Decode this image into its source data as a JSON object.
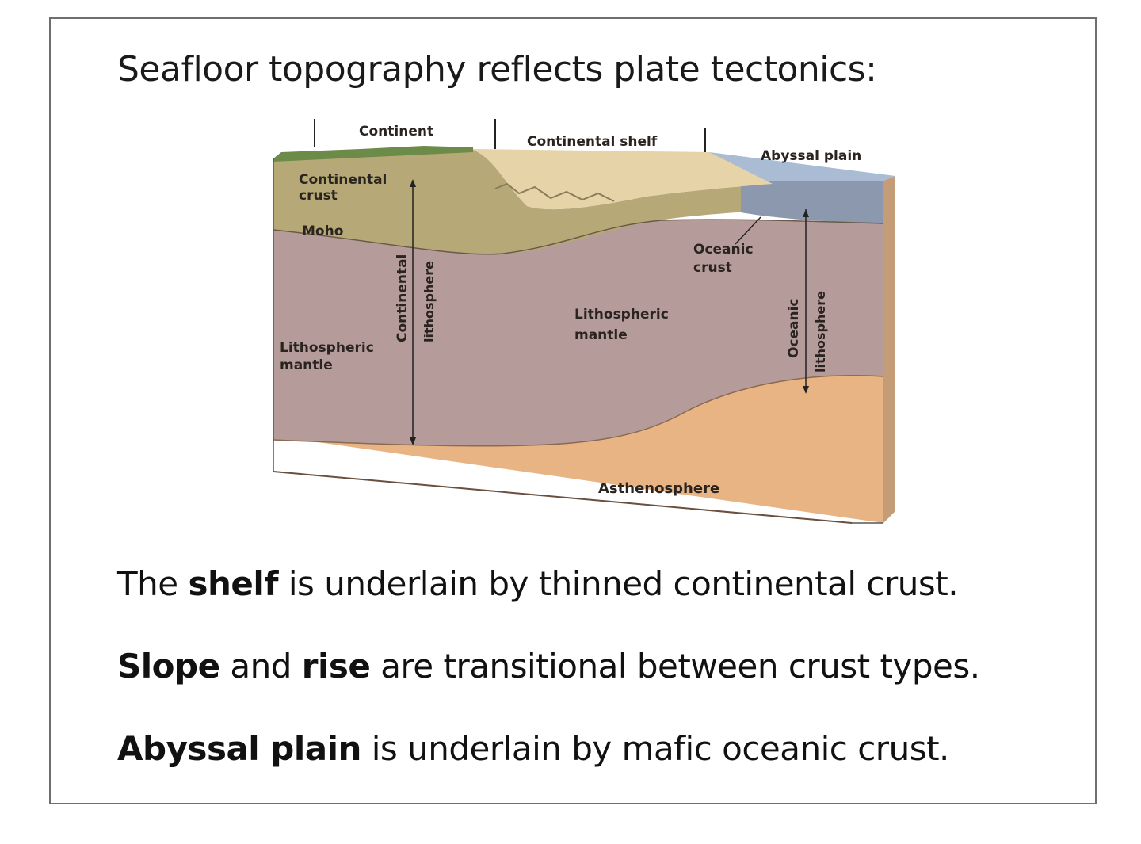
{
  "slide": {
    "title": "Seafloor topography reflects plate tectonics:"
  },
  "diagram": {
    "labels": {
      "continent": "Continent",
      "continental_shelf": "Continental shelf",
      "abyssal_plain": "Abyssal plain",
      "continental_crust_1": "Continental",
      "continental_crust_2": "crust",
      "moho": "Moho",
      "oceanic_crust_1": "Oceanic",
      "oceanic_crust_2": "crust",
      "lith_mantle_left_1": "Lithospheric",
      "lith_mantle_left_2": "mantle",
      "lith_mantle_mid_1": "Lithospheric",
      "lith_mantle_mid_2": "mantle",
      "continental_lith_1": "Continental",
      "continental_lith_2": "lithosphere",
      "oceanic_lith_1": "Oceanic",
      "oceanic_lith_2": "lithosphere",
      "asthenosphere": "Asthenosphere"
    },
    "colors": {
      "continental_crust": "#b4a774",
      "lithospheric_mantle": "#b39a98",
      "asthenosphere": "#eab483",
      "oceanic_crust": "#8a97ab",
      "shelf_sediment": "#e8d4aa",
      "vegetation": "#6c8a47"
    }
  },
  "statements": [
    {
      "bold": "shelf",
      "pre": "The ",
      "post": " is underlain by thinned continental crust."
    },
    {
      "bold": "Slope",
      "pre": "",
      "mid": " and ",
      "bold2": "rise",
      "post": " are transitional between crust types."
    },
    {
      "bold": "Abyssal plain",
      "pre": "",
      "post": " is underlain by mafic oceanic crust."
    }
  ]
}
